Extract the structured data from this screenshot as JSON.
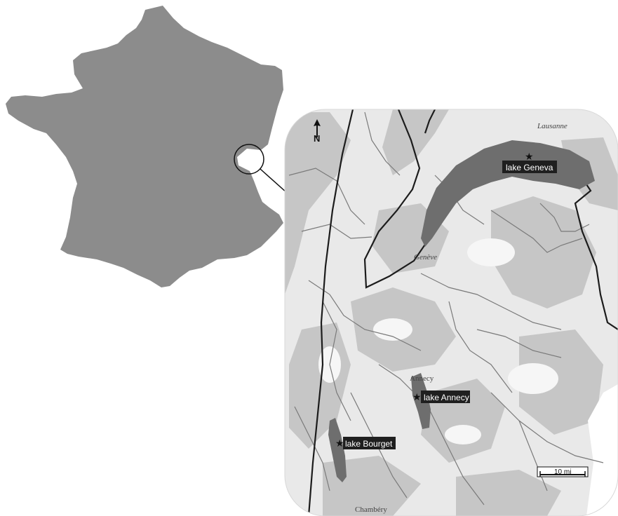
{
  "colors": {
    "france": "#8c8c8c",
    "terrain": "#e9e9e9",
    "relief": "#c6c6c6",
    "lake": "#6e6e6e",
    "river": "#7a7a7a",
    "border": "#1c1c1c",
    "tag_bg": "#1f1f1f"
  },
  "overview": {
    "highlight_circle": "circle",
    "leader_line": "connector"
  },
  "inset": {
    "north_arrow": {
      "icon": "north-arrow-icon",
      "label": "N"
    },
    "places": {
      "lausanne": "Lausanne",
      "geneve": "Genève",
      "annecy": "Annecy",
      "chambery": "Chambéry"
    },
    "lakes": [
      {
        "id": "geneva",
        "label": "lake Geneva"
      },
      {
        "id": "annecy",
        "label": "lake Annecy"
      },
      {
        "id": "bourget",
        "label": "lake Bourget"
      }
    ],
    "scale_bar": {
      "label": "10 mi"
    }
  }
}
